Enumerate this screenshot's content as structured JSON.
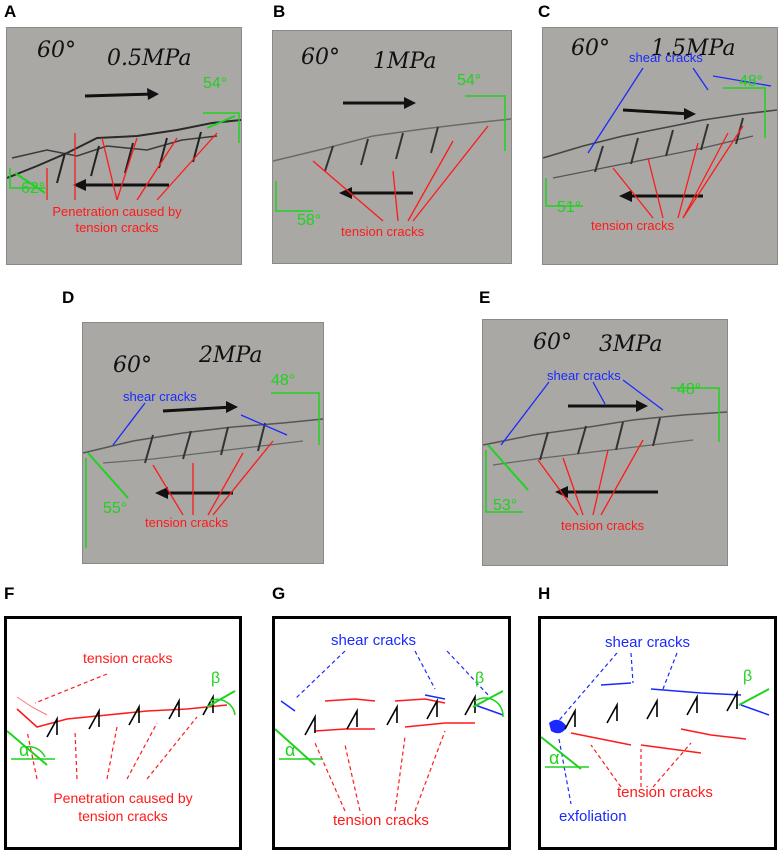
{
  "photo_panels": [
    {
      "letter": "A",
      "angle_label": "60°",
      "pressure": "0.5MPa",
      "beta": "54°",
      "alpha": "62°",
      "red_text_1": "Penetration caused by",
      "red_text_2": "tension cracks",
      "shear_text": ""
    },
    {
      "letter": "B",
      "angle_label": "60°",
      "pressure": "1MPa",
      "beta": "54°",
      "alpha": "58°",
      "red_text_1": "tension cracks",
      "red_text_2": "",
      "shear_text": ""
    },
    {
      "letter": "C",
      "angle_label": "60°",
      "pressure": "1.5MPa",
      "beta": "48°",
      "alpha": "51°",
      "red_text_1": "tension cracks",
      "red_text_2": "",
      "shear_text": "shear cracks"
    },
    {
      "letter": "D",
      "angle_label": "60°",
      "pressure": "2MPa",
      "beta": "48°",
      "alpha": "55°",
      "red_text_1": "tension cracks",
      "red_text_2": "",
      "shear_text": "shear cracks"
    },
    {
      "letter": "E",
      "angle_label": "60°",
      "pressure": "3MPa",
      "beta": "48°",
      "alpha": "53°",
      "red_text_1": "tension cracks",
      "red_text_2": "",
      "shear_text": "shear cracks"
    }
  ],
  "sketch_panels": [
    {
      "letter": "F",
      "top_red": "tension cracks",
      "bottom_red_1": "Penetration caused by",
      "bottom_red_2": "tension cracks",
      "alpha": "α",
      "beta": "β"
    },
    {
      "letter": "G",
      "top_blue": "shear cracks",
      "bottom_red": "tension cracks",
      "alpha": "α",
      "beta": "β"
    },
    {
      "letter": "H",
      "top_blue": "shear cracks",
      "bottom_red": "tension cracks",
      "exfoliation": "exfoliation",
      "alpha": "α",
      "beta": "β"
    }
  ],
  "colors": {
    "tension": "#ff1a1a",
    "shear": "#1a2aff",
    "angle": "#1fd21f",
    "joint": "#000000"
  }
}
